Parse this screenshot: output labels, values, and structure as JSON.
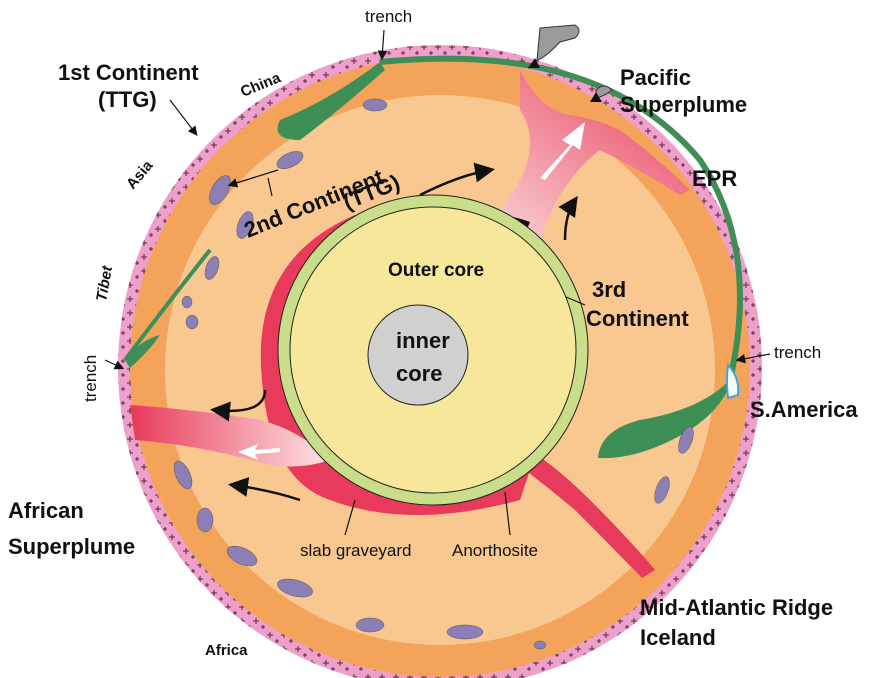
{
  "labels": {
    "trench_top": "trench",
    "first_continent": "1st Continent",
    "first_continent_ttg": "(TTG)",
    "china": "China",
    "asia": "Asia",
    "second_continent": "2nd Continent",
    "second_continent_ttg": "(TTG)",
    "pacific": "Pacific",
    "superplume_right": "Superplume",
    "epr": "EPR",
    "outer_core": "Outer core",
    "third": "3rd",
    "third_continent": "Continent",
    "inner": "inner",
    "core": "core",
    "tibet": "Tibet",
    "trench_left": "trench",
    "trench_right": "trench",
    "s_america": "S.America",
    "african": "African",
    "superplume_left": "Superplume",
    "slab_graveyard": "slab graveyard",
    "anorthosite": "Anorthosite",
    "mid_atlantic": "Mid-Atlantic Ridge",
    "iceland": "Iceland",
    "africa": "Africa"
  },
  "colors": {
    "crust_pink": "#ef9fcc",
    "upper_mantle": "#f4a45a",
    "lower_mantle": "#f8c890",
    "plate_green": "#3d8f56",
    "plume_red": "#e83a5a",
    "plume_pale": "#fde0e0",
    "outer_core": "#f6e79a",
    "core_rim": "#c9dd8a",
    "inner_core": "#d0d0d0",
    "blob_purple": "#8c7fb5",
    "ocean_blue": "#3ba6e0"
  }
}
